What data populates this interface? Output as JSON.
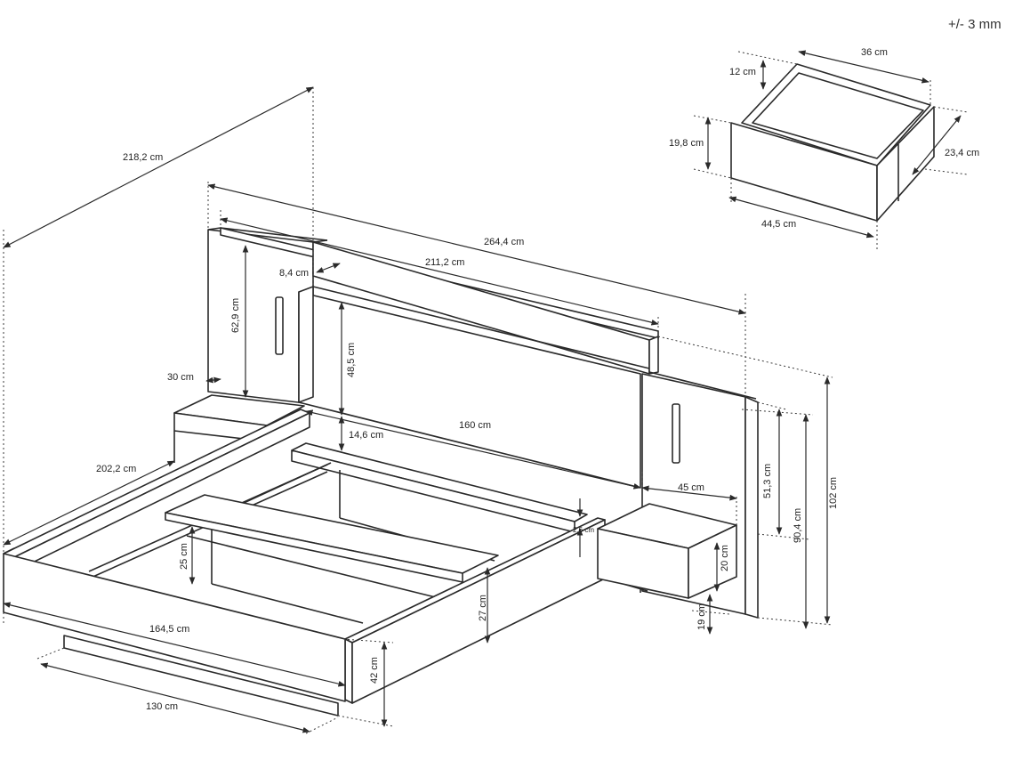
{
  "tolerance": "+/- 3 mm",
  "dimensions": {
    "bed_diagonal": "218,2 cm",
    "total_width": "264,4 cm",
    "headboard_width": "211,2 cm",
    "headboard_offset": "8,4 cm",
    "panel_height": "62,9 cm",
    "nightstand_width": "30 cm",
    "bed_length": "202,2 cm",
    "headboard_height": "48,5 cm",
    "mattress_width": "160 cm",
    "headboard_gap": "14,6 cm",
    "side_panel_height": "51,3 cm",
    "nightstand_depth": "45 cm",
    "lip": "2,6 cm",
    "overall_height": "102 cm",
    "height_to_top": "90,4 cm",
    "drawer_front": "20 cm",
    "floor_clearance": "19 cm",
    "frame_inner_height": "25 cm",
    "frame_outer_width": "164,5 cm",
    "frame_height": "27 cm",
    "bed_height": "42 cm",
    "base_width": "130 cm",
    "drawer_width": "36 cm",
    "drawer_side_height": "12 cm",
    "drawer_front_height": "19,8 cm",
    "drawer_depth": "23,4 cm",
    "drawer_front_width": "44,5 cm"
  }
}
